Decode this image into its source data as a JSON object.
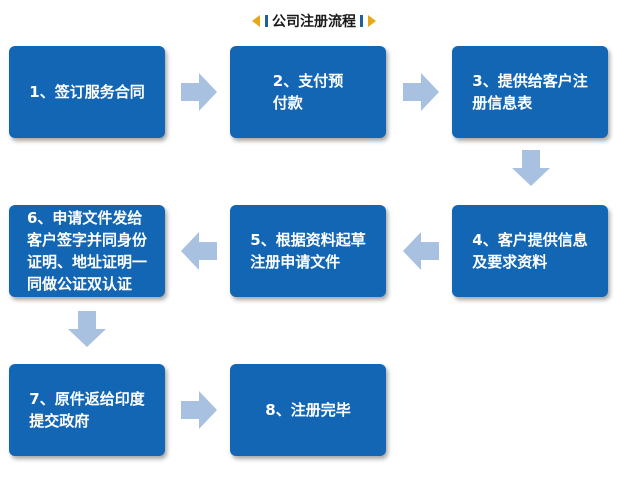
{
  "title": "公司注册流程",
  "steps": [
    {
      "label": "1、签订服务合同"
    },
    {
      "label": "2、支付预\n付款"
    },
    {
      "label": "3、提供给客户注\n册信息表"
    },
    {
      "label": "4、客户提供信息\n及要求资料"
    },
    {
      "label": "5、根据资料起草\n注册申请文件"
    },
    {
      "label": "6、申请文件发给\n客户签字并同身份\n证明、地址证明一\n同做公证双认证"
    },
    {
      "label": "7、原件返给印度\n提交政府"
    },
    {
      "label": "8、注册完毕"
    }
  ],
  "colors": {
    "box": "#1366b3",
    "arrow": "#a9c1e0",
    "title_accent": "#e6a817"
  }
}
